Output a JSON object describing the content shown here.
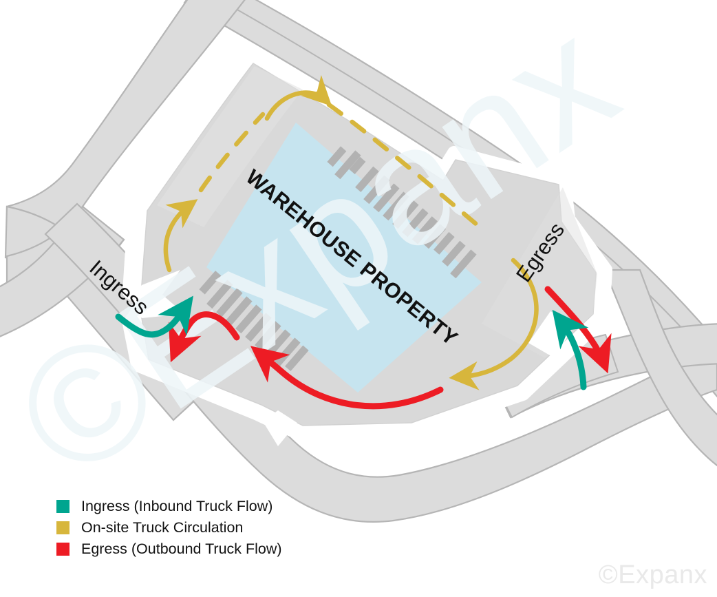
{
  "diagram": {
    "title_on_parcel": "WAREHOUSE PROPERTY",
    "ingress_label": "Ingress",
    "egress_label": "Egress"
  },
  "legend": {
    "items": [
      {
        "label": "Ingress (Inbound Truck Flow)",
        "color": "#00a58f",
        "icon": "square-swatch"
      },
      {
        "label": "On-site Truck Circulation",
        "color": "#d7b63c",
        "icon": "square-swatch"
      },
      {
        "label": "Egress (Outbound Truck Flow)",
        "color": "#ed1c24",
        "icon": "square-swatch"
      }
    ]
  },
  "watermarks": {
    "corner": "©Expanx",
    "center": "©Expanx"
  },
  "colors": {
    "road_fill": "#dcdcdc",
    "road_stroke": "#b5b5b5",
    "parcel_fill": "#d9d9d9",
    "building_fill": "#c6e4ef",
    "dock_fill": "#b2b2b2",
    "ingress": "#00a58f",
    "circulation": "#d7b63c",
    "egress": "#ed1c24",
    "background": "#ffffff",
    "label_text": "#111111",
    "watermark": "#e9e9e9"
  }
}
